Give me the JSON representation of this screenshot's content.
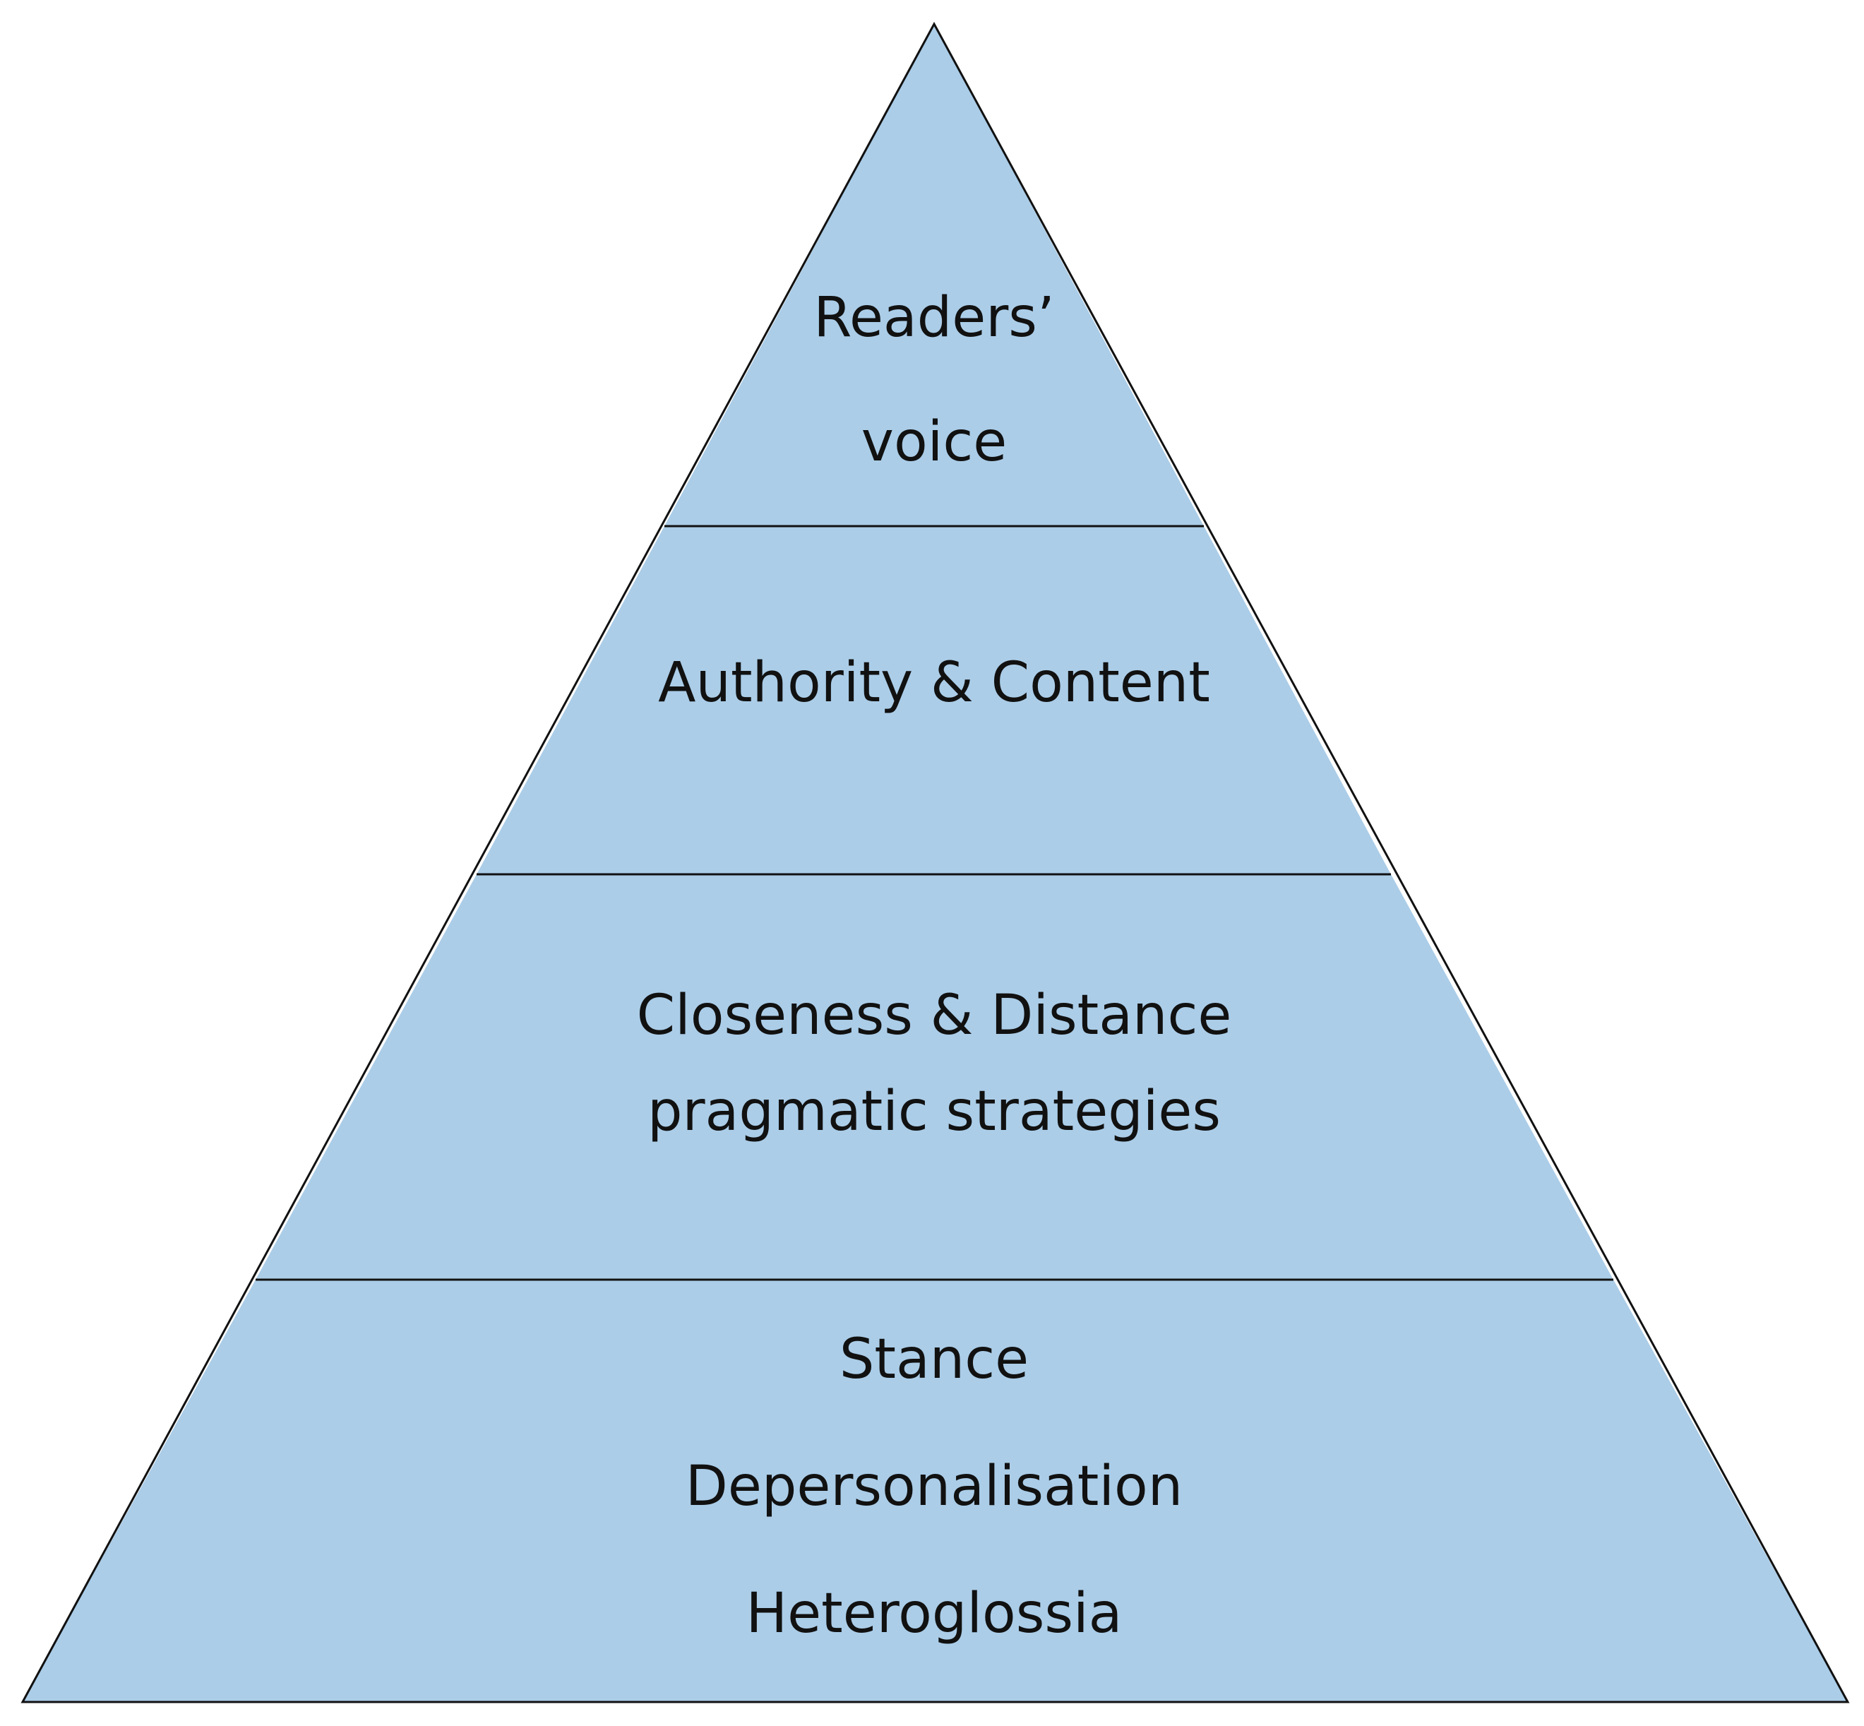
{
  "diagram": {
    "fill_color": "#abcde8",
    "stroke_color": "#111111",
    "levels": [
      {
        "id": "top",
        "lines": [
          "Readers’",
          "voice"
        ]
      },
      {
        "id": "second",
        "lines": [
          "Authority & Content"
        ]
      },
      {
        "id": "third",
        "lines": [
          "Closeness & Distance",
          "pragmatic strategies"
        ]
      },
      {
        "id": "base",
        "lines": [
          "Stance",
          "Depersonalisation",
          "Heteroglossia"
        ]
      }
    ]
  }
}
